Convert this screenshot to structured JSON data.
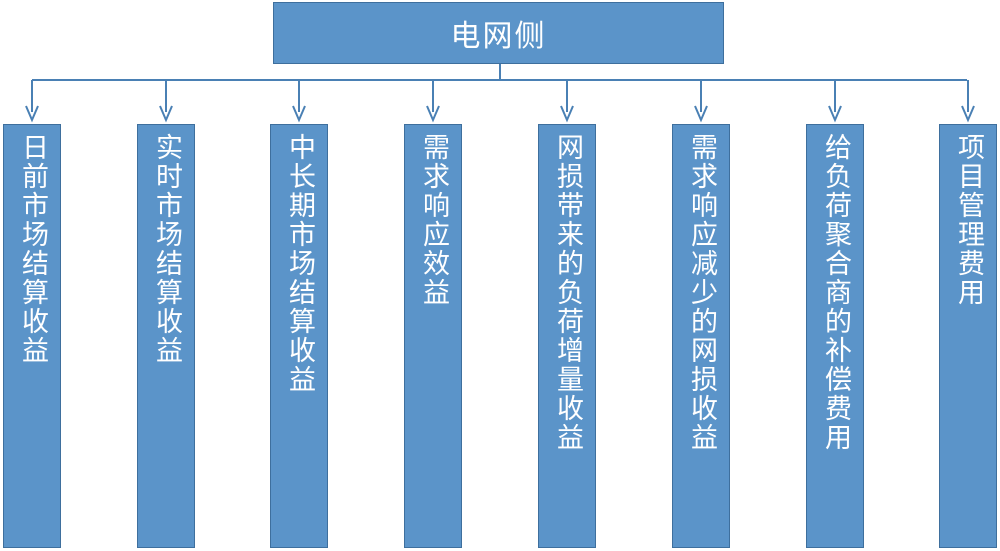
{
  "root": {
    "label": "电网侧"
  },
  "colors": {
    "box_fill": "#5b94c9",
    "box_border": "#3e6f9d",
    "connector": "#4a80b4",
    "text": "#ffffff"
  },
  "children": [
    {
      "label": "日前市场结算收益"
    },
    {
      "label": "实时市场结算收益"
    },
    {
      "label": "中长期市场结算收益"
    },
    {
      "label": "需求响应效益"
    },
    {
      "label": "网损带来的负荷增量收益"
    },
    {
      "label": "需求响应减少的网损收益"
    },
    {
      "label": "给负荷聚合商的补偿费用"
    },
    {
      "label": "项目管理费用"
    }
  ]
}
